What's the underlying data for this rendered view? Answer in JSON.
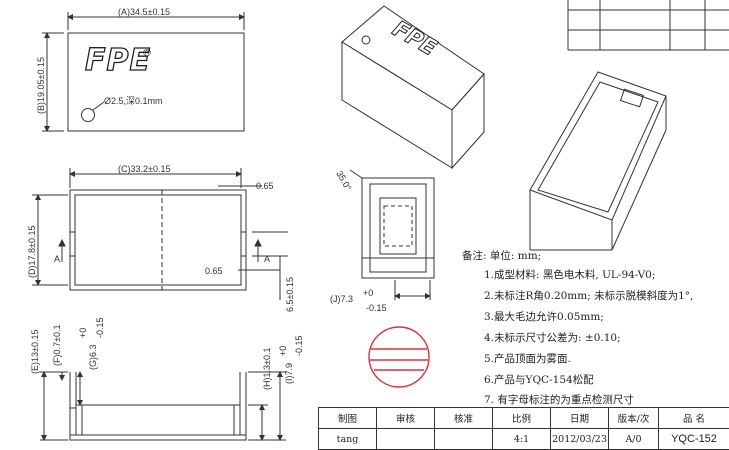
{
  "top_view": {
    "dim_a": "(A)34.5±0.15",
    "dim_b": "(B)19.05±0.15",
    "hole_note": "Ø2.5,深0.1mm",
    "logo_text": "FPE",
    "logo_reg": "®"
  },
  "section_view": {
    "dim_c": "(C)33.2±0.15",
    "dim_d": "(D)17.8±0.15",
    "dim_065_top": "0.65",
    "dim_065_bottom": "0.65",
    "dim_65": "6.5±0.15",
    "section_mark_left": "A",
    "section_mark_right": "A"
  },
  "side_view": {
    "dim_e": "(E)13±0.15",
    "dim_f": "(F)0.7±0.1",
    "dim_g": "(G)6.3",
    "dim_g_tol_plus": "+0",
    "dim_g_tol_minus": "-0.15",
    "dim_h": "(H)1.3±0.1",
    "dim_i": "(I)7.9",
    "dim_i_tol_plus": "+0",
    "dim_i_tol_minus": "-0.15"
  },
  "end_view": {
    "angle": "35.0°",
    "dim_j": "(J)7.3",
    "dim_j_tol_plus": "+0",
    "dim_j_tol_minus": "-0.15"
  },
  "notes": {
    "heading": "备注:   单位: mm;",
    "items": [
      "1.成型材料: 黑色电木料, UL-94-V0;",
      "2.未标注R角0.20mm; 未标示脱模斜度为1°,",
      "3.最大毛边允许0.05mm;",
      "4.未标示尺寸公差为: ±0.10;",
      "5.产品顶面为雾面.",
      "6.产品与YQC-154松配",
      "7. 有字母标注的为重点检测尺寸"
    ]
  },
  "title_block": {
    "h_drawn": "制图",
    "h_check": "审核",
    "h_approve": "核准",
    "h_scale": "比例",
    "h_date": "日期",
    "h_version": "版本/次",
    "h_name": "品 名",
    "v_drawn": "tang",
    "v_scale": "4:1",
    "v_date": "2012/03/23",
    "v_version": "A/0",
    "v_name": "YQC-152"
  },
  "colors": {
    "line": "#333333",
    "red_mark": "#d8323a"
  }
}
